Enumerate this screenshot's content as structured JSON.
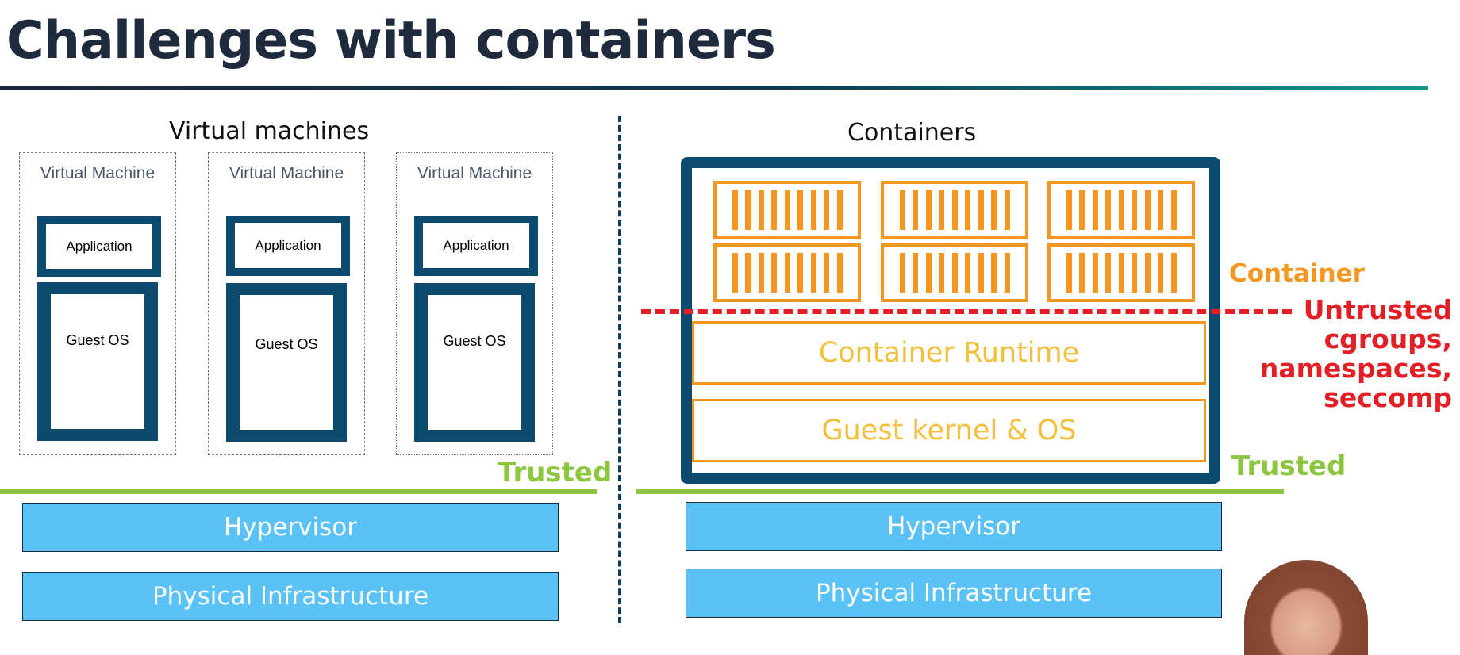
{
  "slide": {
    "title": "Challenges with containers"
  },
  "vm_section": {
    "heading": "Virtual machines",
    "machines": [
      {
        "label": "Virtual Machine",
        "app": "Application",
        "os": "Guest OS"
      },
      {
        "label": "Virtual Machine",
        "app": "Application",
        "os": "Guest OS"
      },
      {
        "label": "Virtual Machine",
        "app": "Application",
        "os": "Guest OS"
      }
    ],
    "trusted": "Trusted",
    "hypervisor": "Hypervisor",
    "infrastructure": "Physical Infrastructure"
  },
  "container_section": {
    "heading": "Containers",
    "container_label": "Container",
    "runtime": "Container Runtime",
    "kernel": "Guest kernel & OS",
    "untrusted_lines": [
      "Untrusted",
      "cgroups,",
      "namespaces,",
      "seccomp"
    ],
    "trusted": "Trusted",
    "hypervisor": "Hypervisor",
    "infrastructure": "Physical Infrastructure"
  },
  "colors": {
    "navy": "#0d4a70",
    "orange": "#f5961e",
    "yellow_text": "#f4c03a",
    "green": "#8cc63f",
    "red": "#e31e24",
    "sky": "#5bc2f7"
  }
}
